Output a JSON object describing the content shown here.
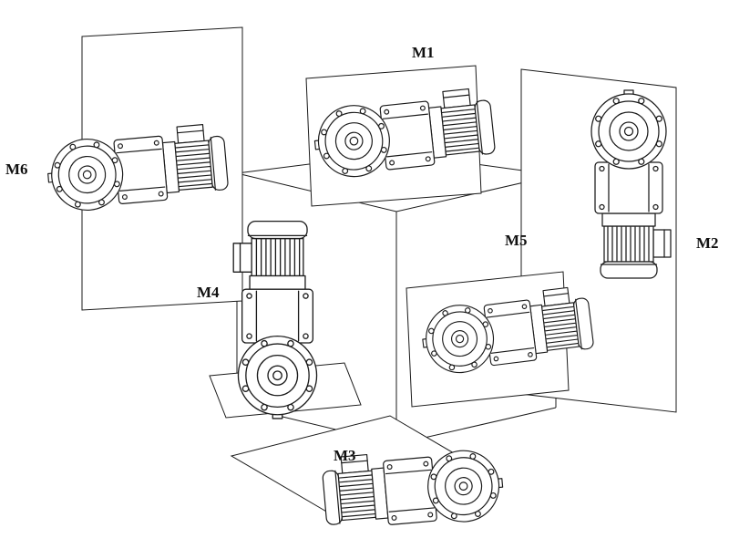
{
  "figure": {
    "background_color": "#ffffff",
    "line_color": "#1b1b1b",
    "labels": {
      "m1": "M1",
      "m2": "M2",
      "m3": "M3",
      "m4": "M4",
      "m5": "M5",
      "m6": "M6"
    }
  }
}
